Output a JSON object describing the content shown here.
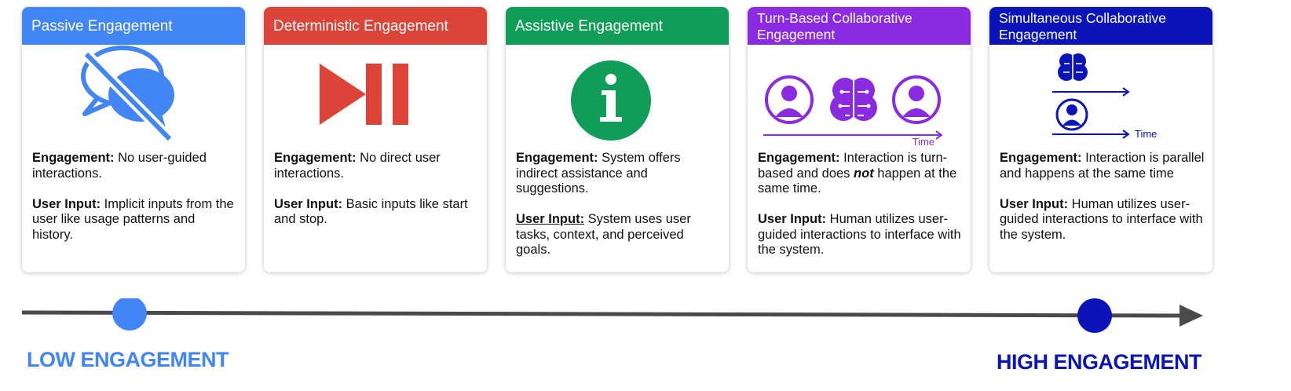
{
  "colors": {
    "passive": "#4285f4",
    "deterministic": "#db4437",
    "assistive": "#0f9d58",
    "turn_based": "#8a2be2",
    "simultaneous": "#0a14b8",
    "axis": "#4a4a4a"
  },
  "cards": [
    {
      "title": "Passive Engagement",
      "icon": "crossed-out-chat-bubbles-icon",
      "engagement_label": "Engagement:",
      "engagement_text": " No user-guided interactions.",
      "input_label": "User Input:",
      "input_text": " Implicit inputs from the user like usage patterns and history."
    },
    {
      "title": "Deterministic Engagement",
      "icon": "play-pause-icon",
      "engagement_label": "Engagement:",
      "engagement_text": " No direct user interactions.",
      "input_label": "User Input:",
      "input_text": " Basic inputs like start and stop."
    },
    {
      "title": "Assistive Engagement",
      "icon": "info-icon",
      "engagement_label": "Engagement:",
      "engagement_text": " System offers indirect assistance and suggestions.",
      "input_label": "User Input:",
      "input_text": " System uses user tasks, context, and perceived goals."
    },
    {
      "title": "Turn-Based Collaborative Engagement",
      "icon": "turn-taking-user-brain-user-icon",
      "time_label": "Time",
      "engagement_label": "Engagement:",
      "engagement_text_a": " Interaction is turn-based and does ",
      "engagement_emphasis": "not",
      "engagement_text_b": " happen at the same time.",
      "input_label": "User Input:",
      "input_text": " Human utilizes user-guided interactions to interface with the system."
    },
    {
      "title": "Simultaneous Collaborative Engagement",
      "icon": "parallel-brain-user-timelines-icon",
      "time_label": "Time",
      "engagement_label": "Engagement:",
      "engagement_text": " Interaction is parallel and happens at the same time",
      "input_label": "User Input:",
      "input_text": " Human utilizes user-guided interactions to interface with the system."
    }
  ],
  "axis": {
    "low_label": "LOW ENGAGEMENT",
    "high_label": "HIGH ENGAGEMENT"
  }
}
